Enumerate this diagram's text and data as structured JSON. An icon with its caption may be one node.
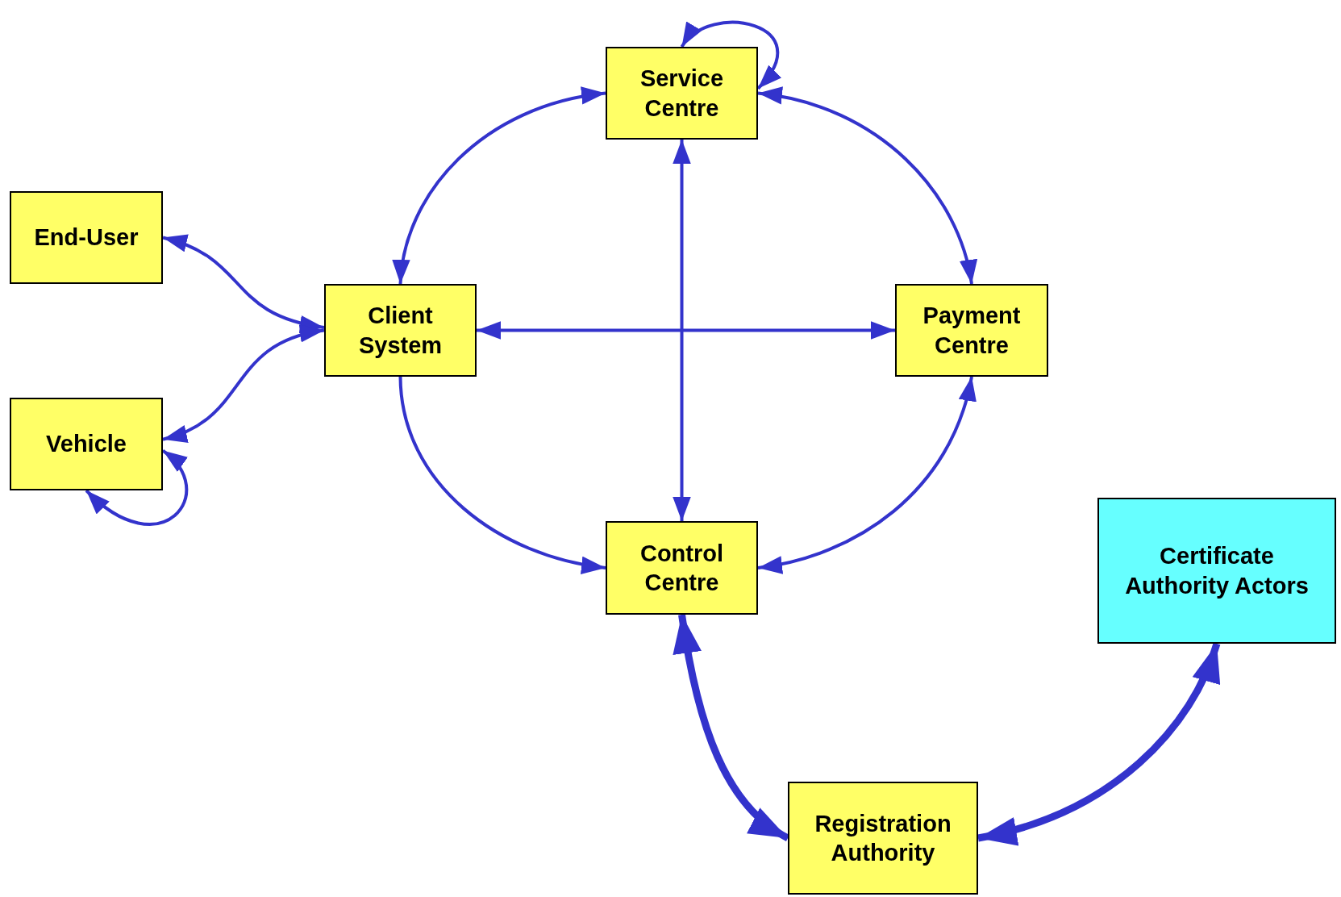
{
  "diagram": {
    "nodes": [
      {
        "text": [
          "Service Centre"
        ]
      },
      {
        "text": [
          "End-User"
        ]
      },
      {
        "text": [
          "Client System"
        ]
      },
      {
        "text": [
          "Payment Centre"
        ]
      },
      {
        "text": [
          "Vehicle"
        ]
      },
      {
        "text": [
          "Certificate Authority Actors"
        ]
      },
      {
        "text": [
          "Control Centre"
        ]
      },
      {
        "text": [
          "Registration Authority"
        ]
      }
    ],
    "edges": [
      {
        "from": 0,
        "to": 0,
        "arrow": "both"
      },
      {
        "from": 0,
        "to": 2,
        "arrow": "both"
      },
      {
        "from": 0,
        "to": 3,
        "arrow": "both"
      },
      {
        "from": 0,
        "to": 6,
        "arrow": "both"
      },
      {
        "from": 1,
        "to": 2,
        "arrow": "both"
      },
      {
        "from": 4,
        "to": 2,
        "arrow": "both"
      },
      {
        "from": 4,
        "to": 4,
        "arrow": "both"
      },
      {
        "from": 2,
        "to": 3,
        "arrow": "both"
      },
      {
        "from": 2,
        "to": 6,
        "arrow": "to"
      },
      {
        "from": 3,
        "to": 6,
        "arrow": "both"
      },
      {
        "from": 6,
        "to": 7,
        "arrow": "both",
        "style": "thick"
      },
      {
        "from": 7,
        "to": 5,
        "arrow": "both",
        "style": "thick"
      }
    ]
  }
}
